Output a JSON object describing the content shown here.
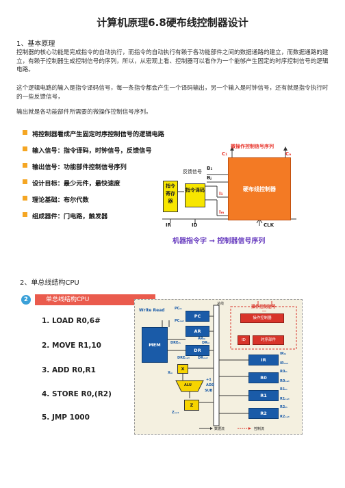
{
  "title": "计算机原理6.8硬布线控制器设计",
  "section1": {
    "heading": "1、基本原理",
    "p1": "控制器的核心功能是完成指令的自动执行，而指令的自动执行有赖于各功能部件之间的数据通路的建立，而数据通路的建立，有赖于控制器生成控制信号的序列，所以，从宏观上看、控制器可以看作为一个能够产生固定的时序控制信号的逻辑电路。",
    "p2": "这个逻辑电路的输入是指令译码信号，每一条指令都会产生一个译码输出，另一个输入是时钟信号，还有就是指令执行时的一些反馈信号，",
    "p3": "输出就是各功能部件所需要的微操作控制信号序列。"
  },
  "figure1": {
    "bullets": [
      "将控制器看成产生固定时序控制信号的逻辑电路",
      "输入信号：指令译码，时钟信号，反馈信号",
      "输出信号：功能部件控制信号序列",
      "设计目标：最少元件，最快速度",
      "理论基础：布尔代数",
      "组成器件：门电路，触发器"
    ],
    "micro_title": "微操作控制信号序列",
    "c1": "C₁",
    "cn": "Cₙ",
    "feedback": "反馈信号",
    "b1": "B₁",
    "bj": "Bⱼ",
    "i1": "I₁",
    "im": "Iₘ",
    "ir_box": "指令寄存器",
    "decode_box": "指令译码",
    "hw_box": "硬布线控制器",
    "ir": "IR",
    "id": "ID",
    "clk": "CLK",
    "caption": "机器指令字 → 控制器信号序列"
  },
  "section2": {
    "heading": "2、单总线结构CPU",
    "badge_num": "2",
    "badge_label": "单总线结构CPU",
    "instructions": [
      "1.  LOAD R0,6#",
      "2.  MOVE R1,10",
      "3.  ADD R0,R1",
      "4.  STORE R0,(R2)",
      "5.  JMP 1000"
    ]
  },
  "figure2": {
    "bus_label": "总线",
    "op_signal": "操作控制信号",
    "dots": "…",
    "ctrl_unit": "操作控制器",
    "id": "ID",
    "timing": "时序部件",
    "write_read": "Write Read",
    "mem": "MEM",
    "pc": "PC",
    "ar": "AR",
    "dr": "DR",
    "x": "X",
    "alu": "ALU",
    "z": "Z",
    "ir": "IR",
    "r0": "R0",
    "r1": "R1",
    "r2": "R2",
    "pc_in": "PCᵢₙ",
    "pc_out": "PCₒᵤₜ",
    "ar_in": "ARᵢₙ",
    "dre_in": "DREᵢₙ",
    "dr_in": "DRᵢₙ",
    "dre_out": "DREₒᵤₜ",
    "dr_out": "DRₒᵤₜ",
    "x_in": "Xᵢₙ",
    "plus1": "+1",
    "add": "ADD",
    "sub": "SUB",
    "z_out": "Zₒᵤₜ",
    "ir_in": "IRᵢₙ",
    "ir_out": "IRₒᵤₜ",
    "r0_in": "R0ᵢₙ",
    "r0_out": "R0ₒᵤₜ",
    "r1_in": "R1ᵢₙ",
    "r1_out": "R1ₒᵤₜ",
    "r2_in": "R2ᵢₙ",
    "r2_out": "R2ₒᵤₜ",
    "legend_data": "数据流",
    "legend_ctrl": "控制流"
  }
}
